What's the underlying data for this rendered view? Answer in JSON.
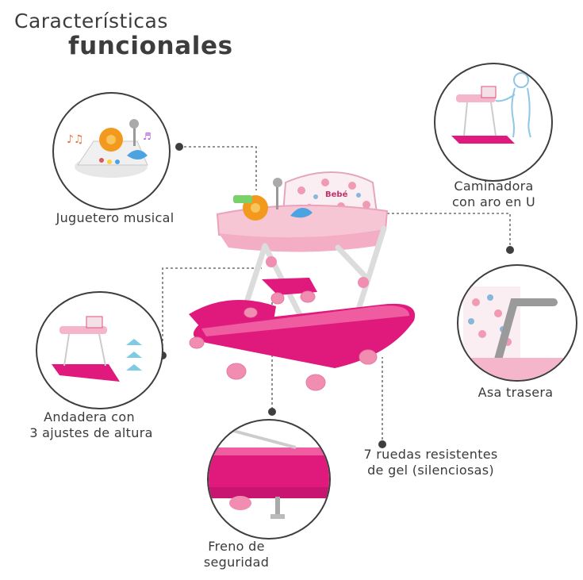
{
  "title": {
    "line1": "Características",
    "line2": "funcionales"
  },
  "features": {
    "toy": {
      "label": "Juguetero musical"
    },
    "u_ring": {
      "label_line1": "Caminadora",
      "label_line2": "con aro en U"
    },
    "height": {
      "label_line1": "Andadera con",
      "label_line2": "3 ajustes de altura"
    },
    "handle": {
      "label": "Asa trasera"
    },
    "wheels": {
      "label_line1": "7 ruedas resistentes",
      "label_line2": "de gel (silenciosas)"
    },
    "brake": {
      "label_line1": "Freno de",
      "label_line2": "seguridad"
    }
  },
  "brand": {
    "logo_text": "Bebé"
  },
  "colors": {
    "accent_pink": "#e0197d",
    "light_pink": "#f5b6cc",
    "frame_gray": "#d9d9d9",
    "outline": "#3e3e3e"
  }
}
